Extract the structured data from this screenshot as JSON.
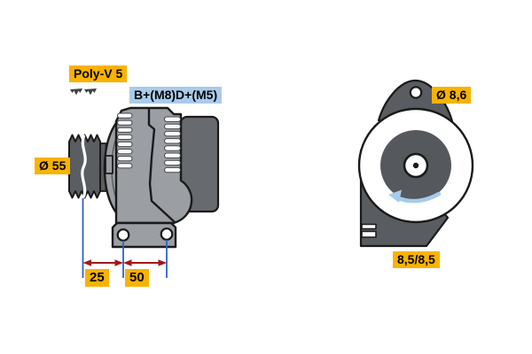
{
  "diagram": {
    "kind": "alternator technical drawing, side view and rear view",
    "labels": {
      "belt_type": {
        "text": "Poly-V 5",
        "bg": "#F9B200"
      },
      "terminals": {
        "text": "B+(M8)D+(M5)",
        "bg": "#A9CBEA"
      },
      "pulley_diameter": {
        "text": "Ø 55",
        "bg": "#F9B200"
      },
      "dim_pulley_to_hole": {
        "text": "25",
        "bg": "#F9B200"
      },
      "dim_hole_to_hole": {
        "text": "50",
        "bg": "#F9B200"
      },
      "lug_hole_diameter": {
        "text": "Ø 8,6",
        "bg": "#F9B200"
      },
      "mount_hole_sizes": {
        "text": "8,5/8,5",
        "bg": "#F9B200"
      }
    },
    "icons": [
      "belt-profile-icon",
      "rotation-arrow-icon"
    ],
    "colors": {
      "label_yellow": "#F9B200",
      "label_blue": "#A9CBEA",
      "body_gray": "#9B9EA3",
      "housing_dark_gray": "#676A6E",
      "pulley_gray": "#5A5D61",
      "bracket_gray": "#595C60",
      "hub_gray": "#55585C",
      "dimension_line_blue": "#2E62C6",
      "dimension_arrow_red": "#A21818",
      "rotation_arrow_blue": "#A7CBE9",
      "outline_black": "#1a1a1a",
      "background": "#FFFFFF"
    }
  }
}
